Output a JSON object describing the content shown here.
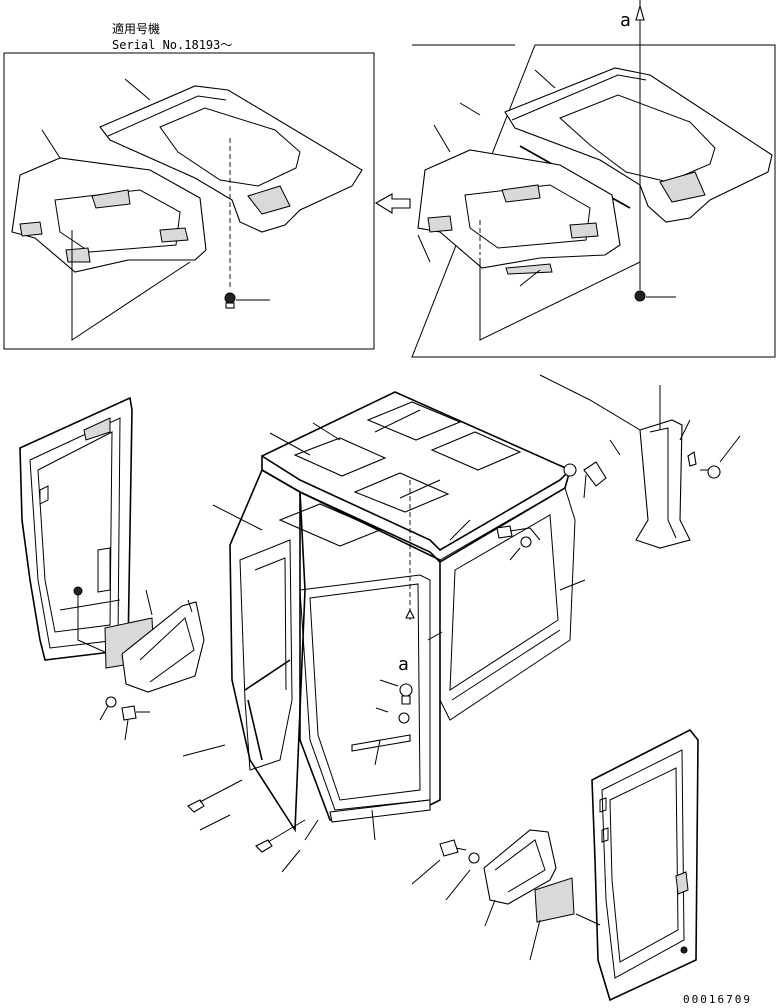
{
  "header": {
    "applicable_model_label": "適用号機",
    "serial_label": "Serial No.18193～"
  },
  "view_marker": {
    "top": "a",
    "mid": "a"
  },
  "drawing_number": "00016709"
}
